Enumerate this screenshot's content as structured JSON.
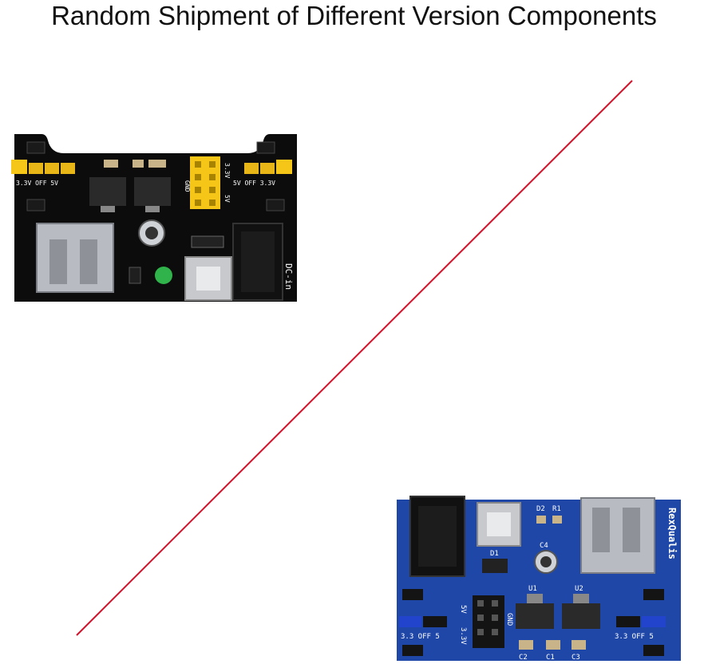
{
  "title": "Random Shipment of Different Version Components",
  "colors": {
    "divider": "#d3132b",
    "black_pcb": "#0c0c0c",
    "blue_pcb": "#1f47a8",
    "jumper_yellow": "#f5c518"
  },
  "black_board": {
    "labels": {
      "jumper_left": "3.3V OFF 5V",
      "jumper_right": "5V OFF 3.3V",
      "dc": "DC-in",
      "gnd": "GND",
      "v33": "3.3V",
      "v5": "5V"
    }
  },
  "blue_board": {
    "labels": {
      "brand": "RexQualis",
      "d2": "D2",
      "r1": "R1",
      "d1": "D1",
      "c4": "C4",
      "u1": "U1",
      "u2": "U2",
      "c2": "C2",
      "c1": "C1",
      "c3": "C3",
      "v5": "5V",
      "gnd": "GND",
      "v33": "3.3V",
      "jumper": "3.3 OFF 5"
    }
  }
}
